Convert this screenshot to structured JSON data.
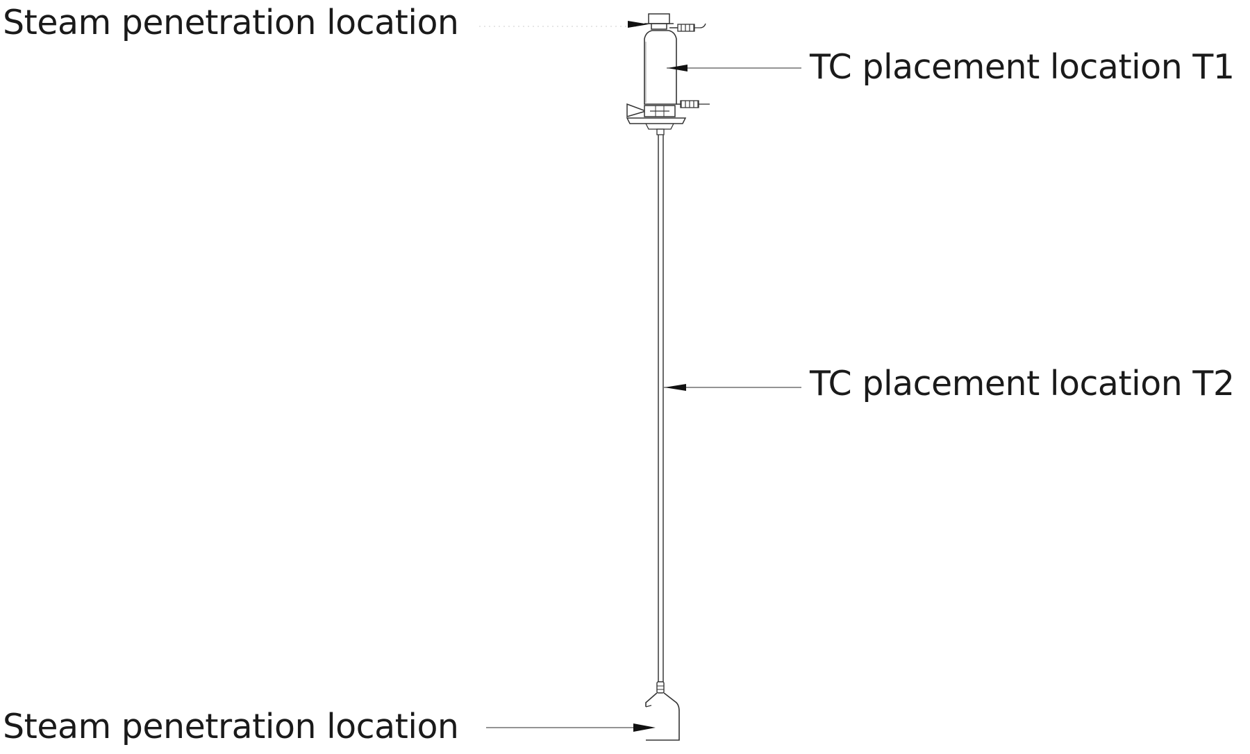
{
  "labels": {
    "steam_top": "Steam penetration location",
    "steam_bottom": "Steam penetration location",
    "tc_t1": "TC placement location T1",
    "tc_t2": "TC placement location T2"
  },
  "colors": {
    "line": "#333333",
    "text": "#1a1a1a"
  }
}
